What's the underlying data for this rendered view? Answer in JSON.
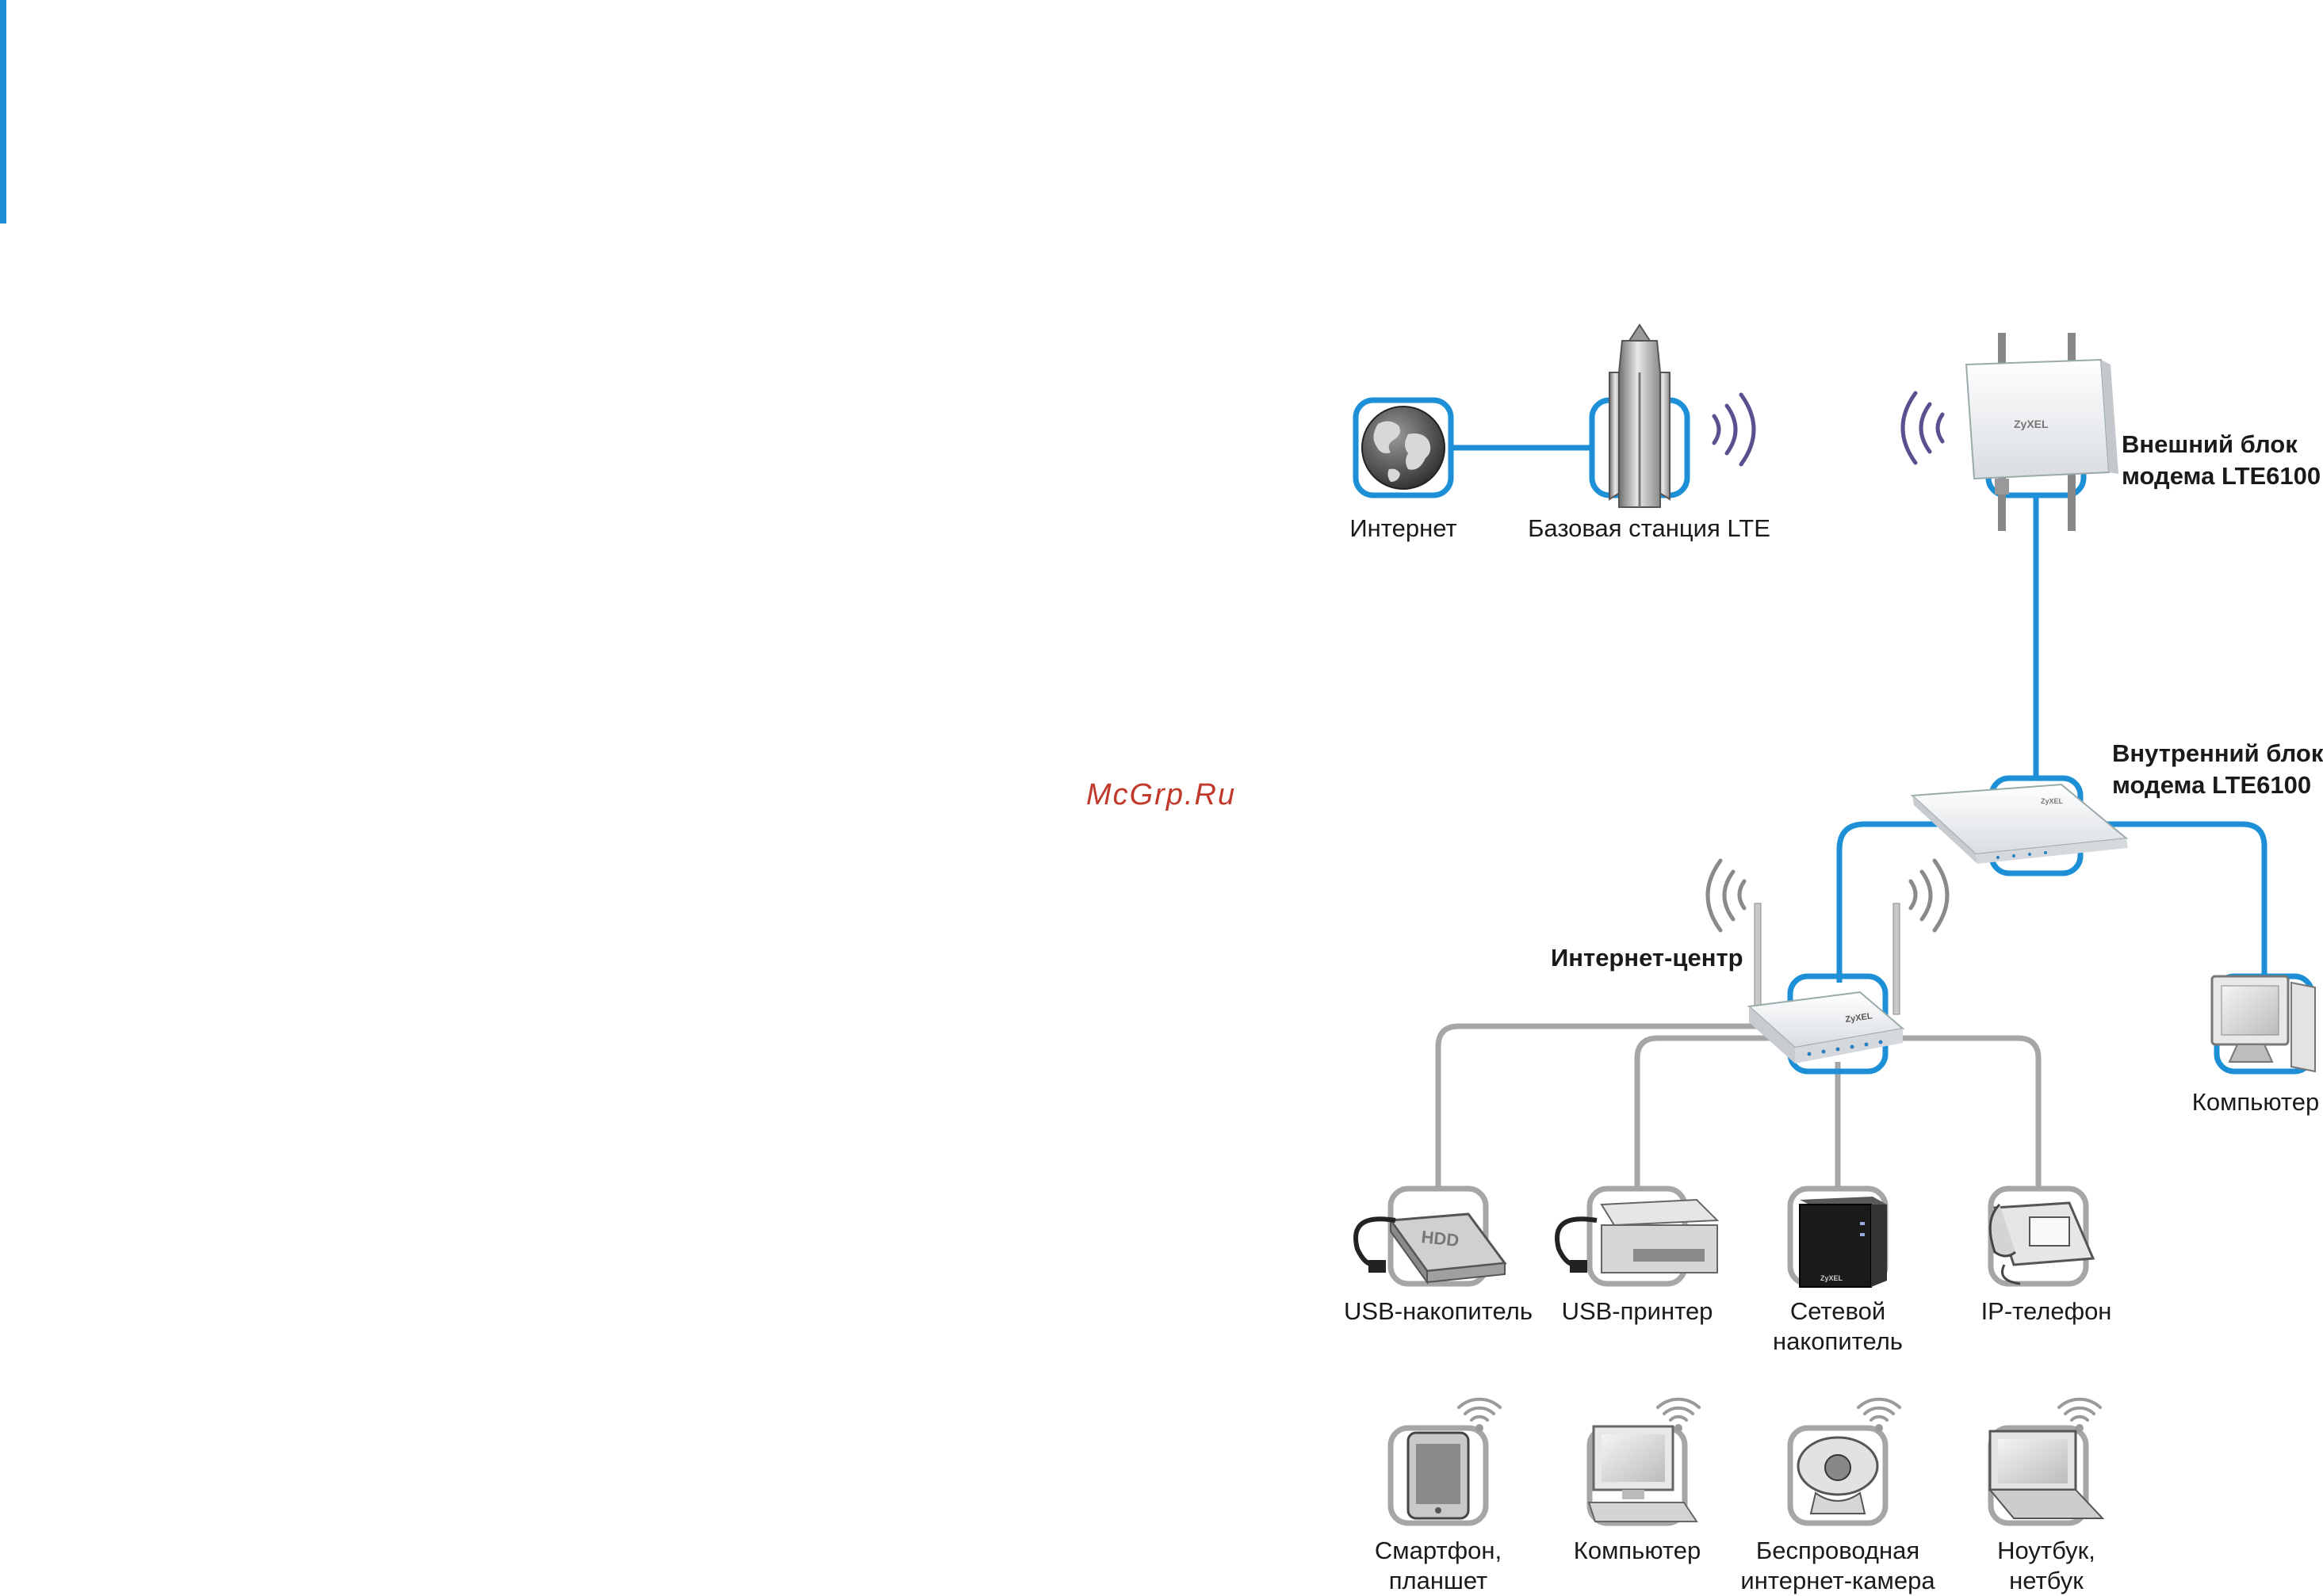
{
  "watermark": "McGrp.Ru",
  "nodes": {
    "internet": "Интернет",
    "lte_base_station": "Базовая станция LTE",
    "outdoor_unit_line1": "Внешний блок",
    "outdoor_unit_line2": "модема LTE6100",
    "indoor_unit_line1": "Внутренний блок",
    "indoor_unit_line2": "модема LTE6100",
    "internet_center": "Интернет-центр",
    "computer_right": "Компьютер",
    "usb_storage": "USB-накопитель",
    "usb_printer": "USB-принтер",
    "nas_line1": "Сетевой",
    "nas_line2": "накопитель",
    "ip_phone": "IP-телефон",
    "smartphone_line1": "Смартфон,",
    "smartphone_line2": "планшет",
    "computer_wifi": "Компьютер",
    "camera_line1": "Беспроводная",
    "camera_line2": "интернет-камера",
    "laptop_line1": "Ноутбук,",
    "laptop_line2": "нетбук"
  },
  "device_text": {
    "brand": "ZyXEL",
    "hdd": "HDD"
  },
  "colors": {
    "wired_link": "#1c8fd6",
    "lan_link": "#a6a6a6",
    "wifi_waves": "#5a4f8f",
    "wifi_small": "#9a9a9a"
  }
}
